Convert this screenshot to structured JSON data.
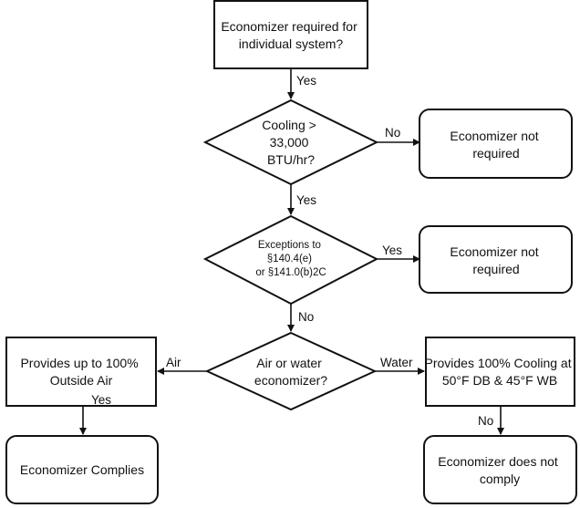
{
  "nodes": {
    "start": {
      "lines": [
        "Economizer required for",
        "individual system?"
      ]
    },
    "cooling_check": {
      "lines": [
        "Cooling >",
        "33,000",
        "BTU/hr?"
      ]
    },
    "not_required_1": {
      "lines": [
        "Economizer not",
        "required"
      ]
    },
    "exceptions_check": {
      "lines": [
        "Exceptions to",
        "§140.4(e)",
        "or §141.0(b)2C"
      ]
    },
    "not_required_2": {
      "lines": [
        "Economizer not",
        "required"
      ]
    },
    "type_check": {
      "lines": [
        "Air or water",
        "economizer?"
      ]
    },
    "outside_air": {
      "lines": [
        "Provides up to 100%",
        "Outside Air"
      ]
    },
    "complies": {
      "lines": [
        "Economizer Complies"
      ]
    },
    "cooling_100": {
      "lines": [
        "Provides 100% Cooling at",
        "50°F DB & 45°F WB"
      ]
    },
    "not_comply": {
      "lines": [
        "Economizer does not",
        "comply"
      ]
    }
  },
  "edges": {
    "start_to_cooling": "Yes",
    "cooling_to_notreq": "No",
    "cooling_to_exceptions": "Yes",
    "exceptions_to_notreq": "Yes",
    "exceptions_to_type": "No",
    "type_to_air": "Air",
    "type_to_water": "Water",
    "air_to_complies": "Yes",
    "water_to_notcomply": "No"
  },
  "colors": {
    "stroke": "#111111",
    "fill": "#ffffff",
    "text": "#111111"
  }
}
